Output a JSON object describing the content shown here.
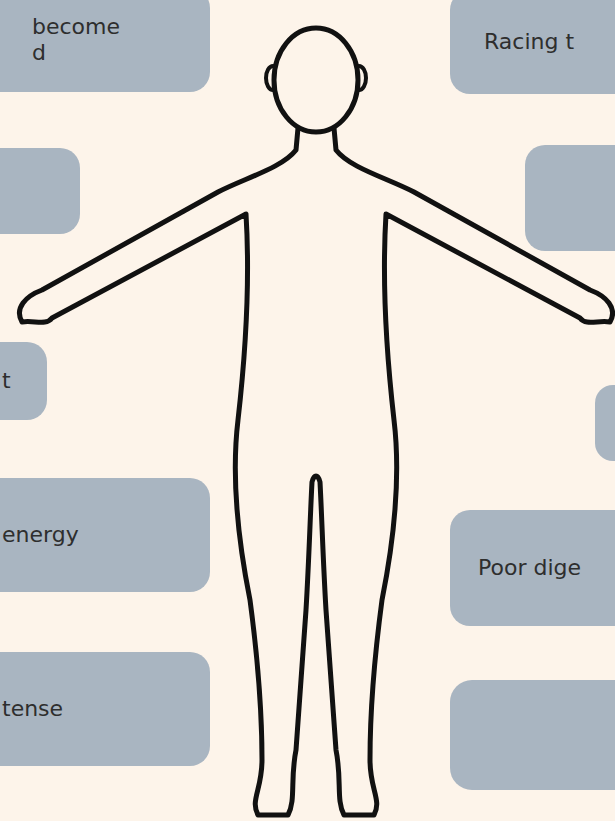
{
  "diagram": {
    "nodes": [
      {
        "text": [
          "become d"
        ]
      },
      {
        "text": [
          "Racing t"
        ]
      },
      {
        "text": [
          "t"
        ]
      },
      {
        "text": [
          "energy"
        ]
      },
      {
        "text": [
          "Poor dige"
        ]
      },
      {
        "text": [
          "tense"
        ]
      }
    ]
  }
}
